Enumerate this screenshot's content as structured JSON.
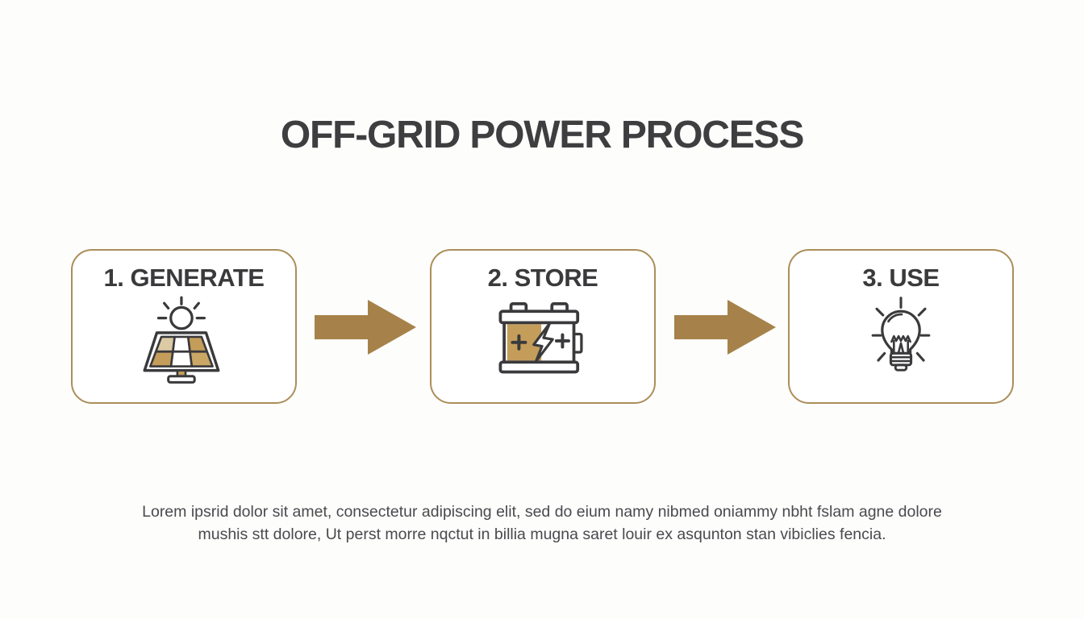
{
  "title": "OFF-GRID POWER PROCESS",
  "steps": [
    {
      "label": "1. GENERATE",
      "icon": "solar-panel-icon"
    },
    {
      "label": "2. STORE",
      "icon": "battery-icon"
    },
    {
      "label": "3. USE",
      "icon": "lightbulb-icon"
    }
  ],
  "connectors": [
    {
      "icon": "arrow-right-icon"
    },
    {
      "icon": "arrow-right-icon"
    }
  ],
  "description": {
    "line1": "Lorem ipsrid dolor sit amet, consectetur adipiscing elit, sed do eium namy nibmed oniammy nbht fslam agne dolore",
    "line2": "mushis stt dolore, Ut perst morre nqctut in billia mugna saret louir ex asqunton stan vibiclies fencia."
  },
  "colors": {
    "accent_gold": "#a6824a",
    "border_gold": "#ab8e59",
    "icon_gold": "#c49d5b",
    "icon_gold_light": "#dccaa4",
    "icon_gold_mid": "#cba765",
    "ink_dark": "#3a3a3c",
    "title_gray": "#3e3e40",
    "text_gray": "#4a4a4e",
    "background": "#fdfdfc"
  }
}
